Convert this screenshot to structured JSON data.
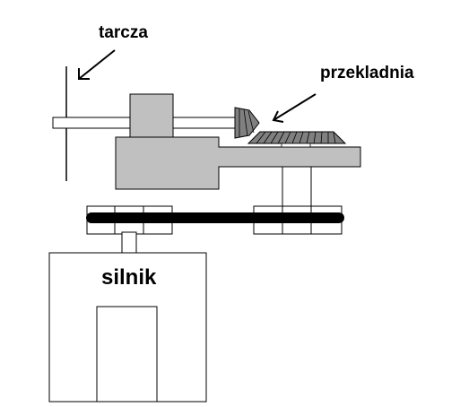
{
  "labels": {
    "disc": "tarcza",
    "gear": "przekladnia",
    "motor": "silnik"
  },
  "colors": {
    "body_fill": "#c0c0c0",
    "gear_fill": "#808080",
    "belt": "#000000",
    "outline": "#000000",
    "background": "#ffffff"
  }
}
